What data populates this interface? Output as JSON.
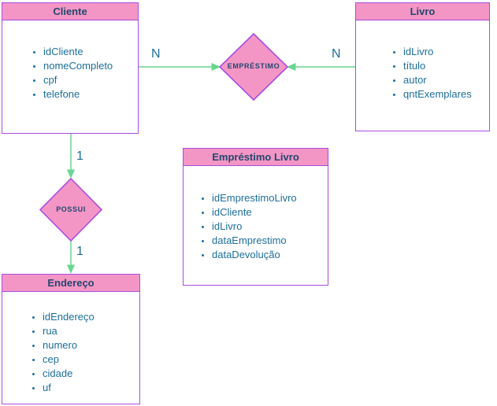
{
  "colors": {
    "shape_fill_pink": "#f496c5",
    "shape_border_purple": "#a94ce0",
    "connector_green": "#67d691",
    "header_text_navy": "#20486f",
    "attribute_text_blue": "#1d6e99"
  },
  "entities": [
    {
      "name": "Cliente",
      "attributes": [
        "idCliente",
        "nomeCompleto",
        "cpf",
        "telefone"
      ]
    },
    {
      "name": "Livro",
      "attributes": [
        "idLivro",
        "título",
        "autor",
        "qntExemplares"
      ]
    },
    {
      "name": "Empréstimo Livro",
      "attributes": [
        "idEmprestimoLivro",
        "idCliente",
        "idLivro",
        "dataEmprestimo",
        "dataDevolução"
      ]
    },
    {
      "name": "Endereço",
      "attributes": [
        "idEndereço",
        "rua",
        "numero",
        "cep",
        "cidade",
        "uf"
      ]
    }
  ],
  "relationships": [
    {
      "name": "EMPRÉSTIMO"
    },
    {
      "name": "POSSUI"
    }
  ],
  "cardinalities": {
    "cliente_to_emprestimo": "N",
    "livro_to_emprestimo": "N",
    "cliente_to_possui": "1",
    "possui_to_endereco": "1"
  }
}
